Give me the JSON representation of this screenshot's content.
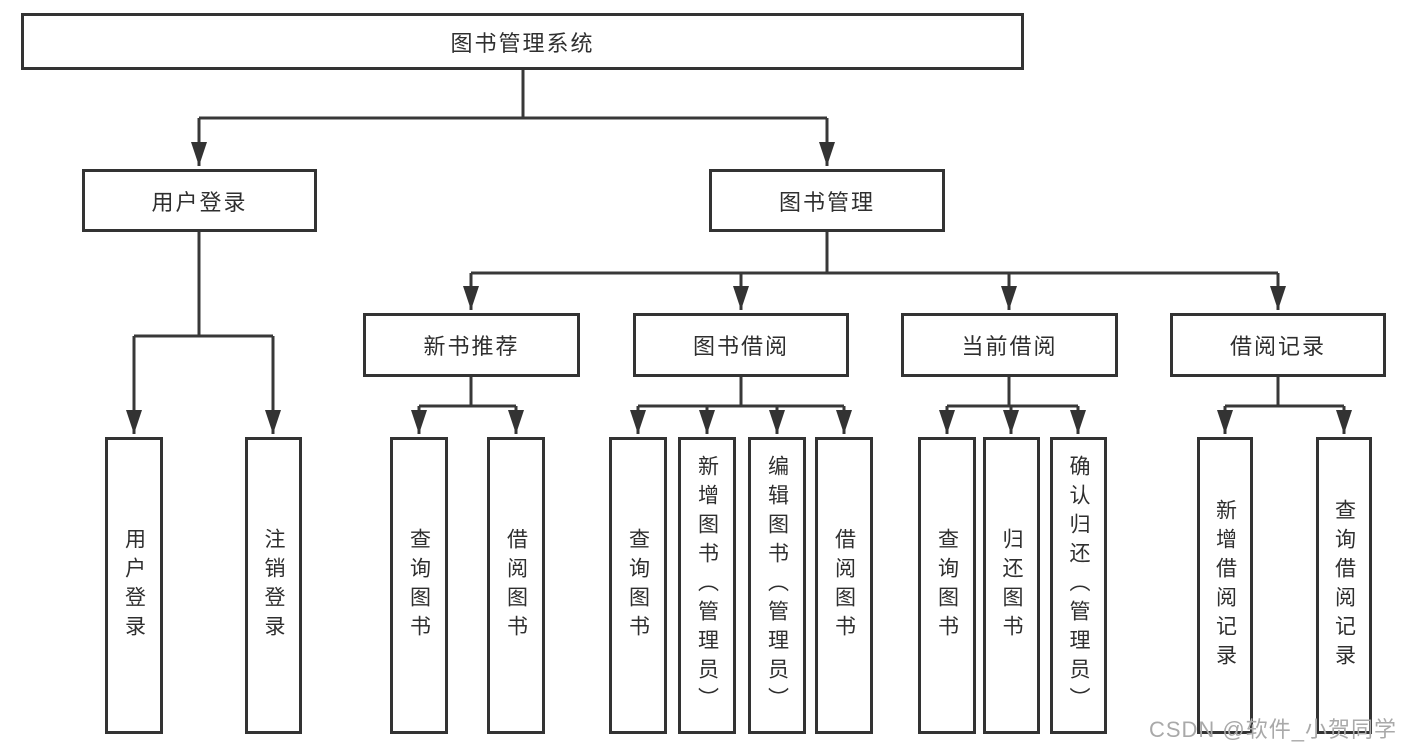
{
  "tree": {
    "root": "图书管理系统",
    "children": [
      {
        "label": "用户登录",
        "children": [
          "用户登录",
          "注销登录"
        ]
      },
      {
        "label": "图书管理",
        "children": [
          {
            "label": "新书推荐",
            "children": [
              "查询图书",
              "借阅图书"
            ]
          },
          {
            "label": "图书借阅",
            "children": [
              "查询图书",
              "新增图书（管理员）",
              "编辑图书（管理员）",
              "借阅图书"
            ]
          },
          {
            "label": "当前借阅",
            "children": [
              "查询图书",
              "归还图书",
              "确认归还（管理员）"
            ]
          },
          {
            "label": "借阅记录",
            "children": [
              "新增借阅记录",
              "查询借阅记录"
            ]
          }
        ]
      }
    ]
  },
  "watermark": "CSDN @软件_小贺同学",
  "colors": {
    "background": "#ffffff",
    "box_border": "#333333",
    "connector_line": "#383838",
    "text": "#2f2f2f",
    "watermark_text": "#a9a9a9"
  }
}
